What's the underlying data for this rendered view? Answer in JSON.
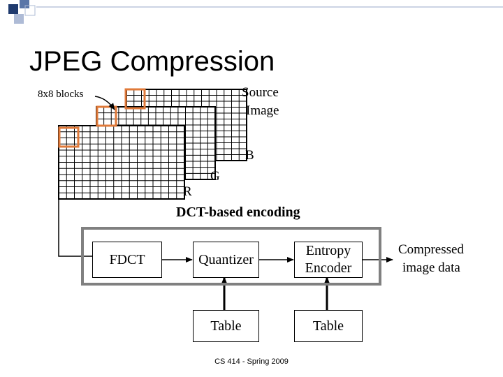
{
  "slide": {
    "title": "JPEG Compression",
    "footer": "CS 414 - Spring 2009"
  },
  "image_stack": {
    "blocks_label": "8x8 blocks",
    "source_label_line1": "Source",
    "source_label_line2": "Image",
    "channels": [
      "B",
      "G",
      "R"
    ]
  },
  "pipeline": {
    "heading": "DCT-based encoding",
    "stages": [
      "FDCT",
      "Quantizer",
      "Entropy\nEncoder"
    ],
    "tables": [
      "Table",
      "Table"
    ],
    "output_line1": "Compressed",
    "output_line2": "image data"
  },
  "colors": {
    "block_highlight": "#e07a3a",
    "pipeline_border": "#808080",
    "header_squares": [
      "#1f3a6e",
      "#5a76a8",
      "#aebbd6"
    ]
  }
}
